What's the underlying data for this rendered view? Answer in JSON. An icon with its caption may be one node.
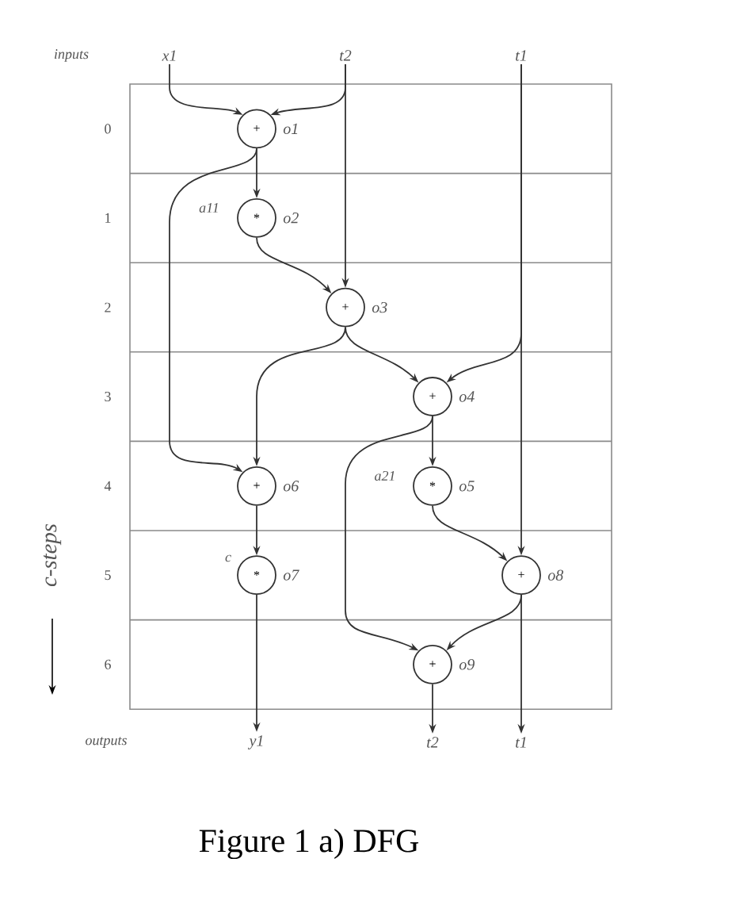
{
  "diagram": {
    "caption": "Figure 1 a) DFG",
    "nodes": [
      {
        "text": [
          "x1"
        ]
      },
      {
        "text": [
          "t2"
        ]
      },
      {
        "text": [
          "t1"
        ]
      },
      {
        "text": [
          "+"
        ],
        "beside": [
          "o1"
        ]
      },
      {
        "text": [
          "*"
        ],
        "beside": [
          "o2"
        ]
      },
      {
        "text": [
          "+"
        ],
        "beside": [
          "o3"
        ]
      },
      {
        "text": [
          "+"
        ],
        "beside": [
          "o4"
        ]
      },
      {
        "text": [
          "*"
        ],
        "beside": [
          "o5"
        ]
      },
      {
        "text": [
          "+"
        ],
        "beside": [
          "o6"
        ]
      },
      {
        "text": [
          "*"
        ],
        "beside": [
          "o7"
        ]
      },
      {
        "text": [
          "+"
        ],
        "beside": [
          "o8"
        ]
      },
      {
        "text": [
          "+"
        ],
        "beside": [
          "o9"
        ]
      },
      {
        "text": [
          "y1"
        ]
      },
      {
        "text": [
          "t2"
        ]
      },
      {
        "text": [
          "t1"
        ]
      }
    ],
    "edges": [
      {
        "from": 0,
        "to": 3,
        "arrow": "to"
      },
      {
        "from": 1,
        "to": 3,
        "arrow": "to"
      },
      {
        "from": 1,
        "to": 5,
        "arrow": "to"
      },
      {
        "from": 2,
        "to": 6,
        "arrow": "to"
      },
      {
        "from": 2,
        "to": 10,
        "arrow": "to"
      },
      {
        "from": 3,
        "to": 4,
        "arrow": "to"
      },
      {
        "from": 3,
        "to": 8,
        "arrow": "to"
      },
      {
        "from": 4,
        "to": 5,
        "arrow": "to"
      },
      {
        "from": 5,
        "to": 8,
        "arrow": "to"
      },
      {
        "from": 5,
        "to": 6,
        "arrow": "to"
      },
      {
        "from": 6,
        "to": 7,
        "arrow": "to"
      },
      {
        "from": 6,
        "to": 11,
        "arrow": "to"
      },
      {
        "from": 7,
        "to": 10,
        "arrow": "to"
      },
      {
        "from": 8,
        "to": 9,
        "arrow": "to"
      },
      {
        "from": 10,
        "to": 11,
        "arrow": "to"
      },
      {
        "from": 9,
        "to": 12,
        "arrow": "to"
      },
      {
        "from": 11,
        "to": 13,
        "arrow": "to"
      },
      {
        "from": 10,
        "to": 14,
        "arrow": "to"
      }
    ],
    "labels": [
      "inputs",
      "0",
      "1",
      "2",
      "3",
      "4",
      "5",
      "6",
      "a11",
      "a21",
      "c",
      "c-steps",
      "outputs"
    ]
  }
}
